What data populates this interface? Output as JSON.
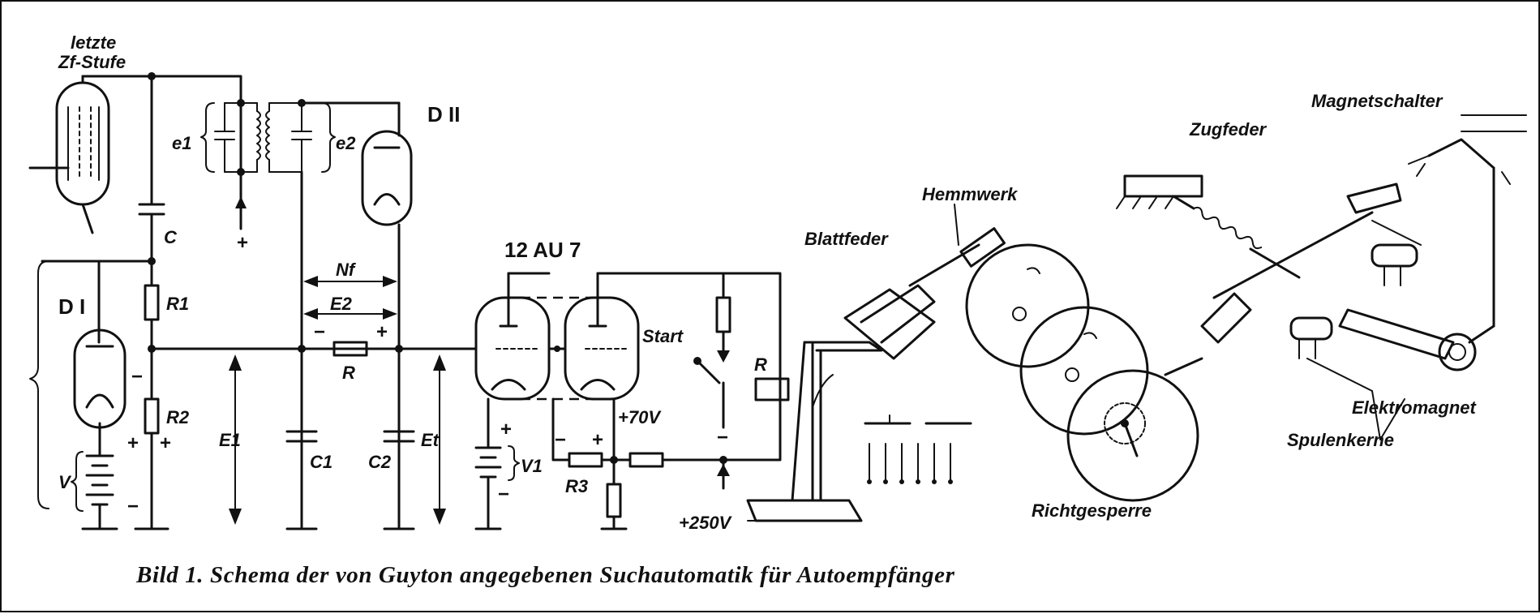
{
  "labels": {
    "letzte_1": "letzte",
    "letzte_2": "Zf-Stufe",
    "e1": "e1",
    "e2": "e2",
    "d2": "D II",
    "d1": "D I",
    "c": "C",
    "r1": "R1",
    "r2": "R2",
    "v": "V",
    "e1_volt": "E1",
    "c1": "C1",
    "c2": "C2",
    "nf": "Nf",
    "e2_volt": "E2",
    "r": "R",
    "et": "Et",
    "tube": "12 AU 7",
    "v1": "V1",
    "r3": "R3",
    "plus70": "+70V",
    "plus250": "+250V",
    "start": "Start",
    "r_relay": "R",
    "blattfeder": "Blattfeder",
    "hemmwerk": "Hemmwerk",
    "richtgesperre": "Richtgesperre",
    "zugfeder": "Zugfeder",
    "magnetschalter": "Magnetschalter",
    "elektromagnet": "Elektromagnet",
    "spulenkerne": "Spulenkerne"
  },
  "caption": "Bild 1. Schema der von Guyton angegebenen Suchautomatik für Autoempfänger"
}
